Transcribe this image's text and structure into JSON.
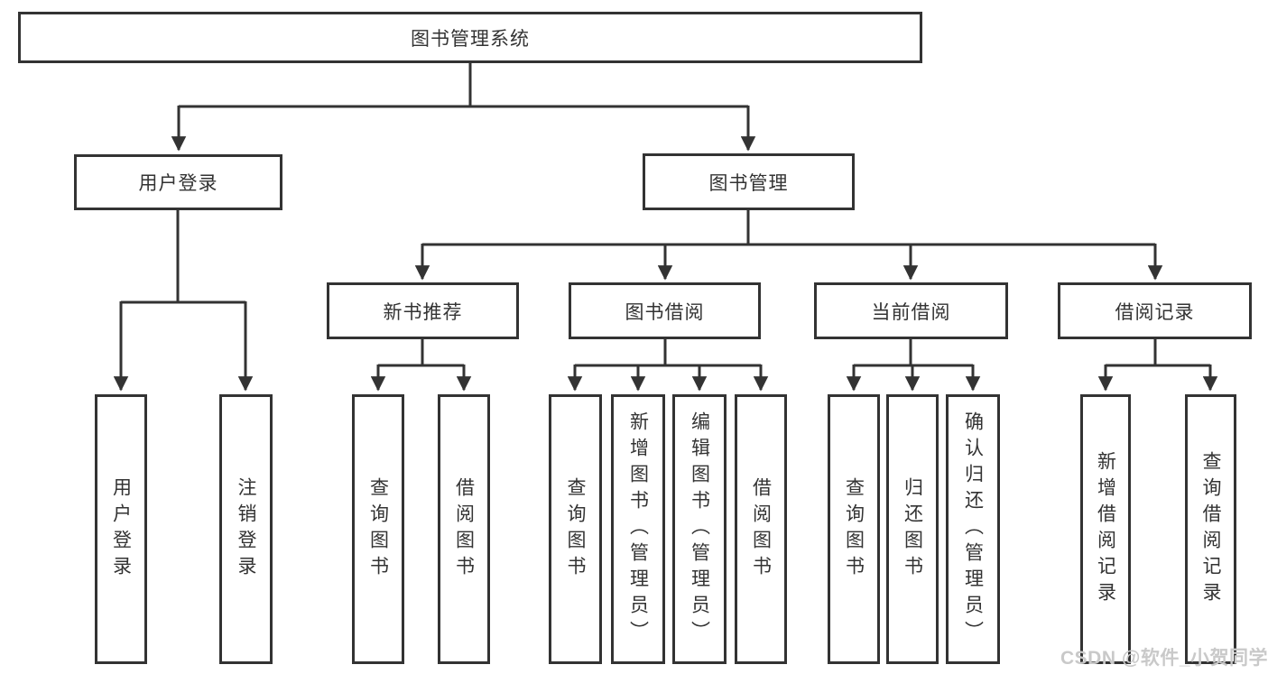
{
  "diagram_title": "图书管理系统",
  "tree": {
    "label": "图书管理系统",
    "children": [
      {
        "label": "用户登录",
        "children": [
          {
            "label": "用户登录"
          },
          {
            "label": "注销登录"
          }
        ]
      },
      {
        "label": "图书管理",
        "children": [
          {
            "label": "新书推荐",
            "children": [
              {
                "label": "查询图书"
              },
              {
                "label": "借阅图书"
              }
            ]
          },
          {
            "label": "图书借阅",
            "children": [
              {
                "label": "查询图书"
              },
              {
                "label": "新增图书（管理员）"
              },
              {
                "label": "编辑图书（管理员）"
              },
              {
                "label": "借阅图书"
              }
            ]
          },
          {
            "label": "当前借阅",
            "children": [
              {
                "label": "查询图书"
              },
              {
                "label": "归还图书"
              },
              {
                "label": "确认归还（管理员）"
              }
            ]
          },
          {
            "label": "借阅记录",
            "children": [
              {
                "label": "新增借阅记录"
              },
              {
                "label": "查询借阅记录"
              }
            ]
          }
        ]
      }
    ]
  },
  "watermark": {
    "text": "CSDN @软件_小贺同学",
    "color": "#c9c9c9"
  },
  "colors": {
    "line": "#333333",
    "box_border": "#333333",
    "box_fill": "#ffffff",
    "text": "#333333",
    "background": "#ffffff"
  }
}
